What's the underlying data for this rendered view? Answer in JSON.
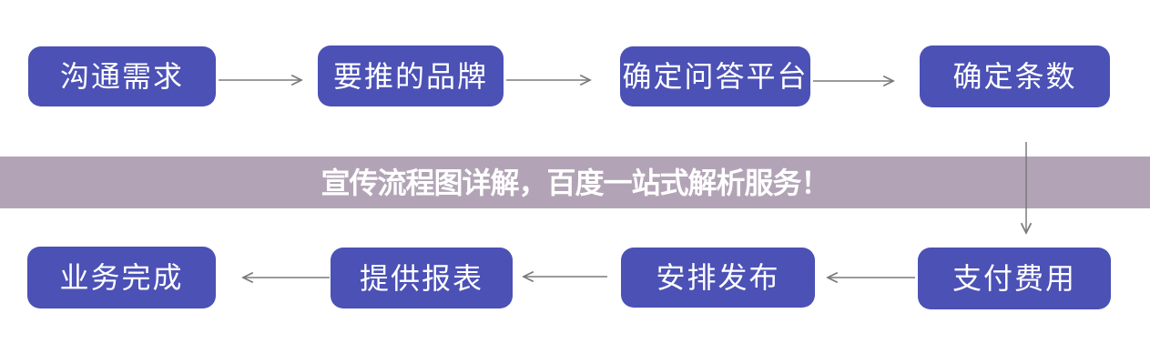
{
  "banner": {
    "title": "宣传流程图详解，百度一站式解析服务！",
    "bg_color": "#b2a4b6",
    "text_color": "#ffffff"
  },
  "flow": {
    "node_color": "#4b51b5",
    "node_text_color": "#ffffff",
    "arrow_color": "#7a7a7a",
    "top_row": [
      {
        "label": "沟通需求"
      },
      {
        "label": "要推的品牌"
      },
      {
        "label": "确定问答平台"
      },
      {
        "label": "确定条数"
      }
    ],
    "bottom_row": [
      {
        "label": "业务完成"
      },
      {
        "label": "提供报表"
      },
      {
        "label": "安排发布"
      },
      {
        "label": "支付费用"
      }
    ]
  }
}
